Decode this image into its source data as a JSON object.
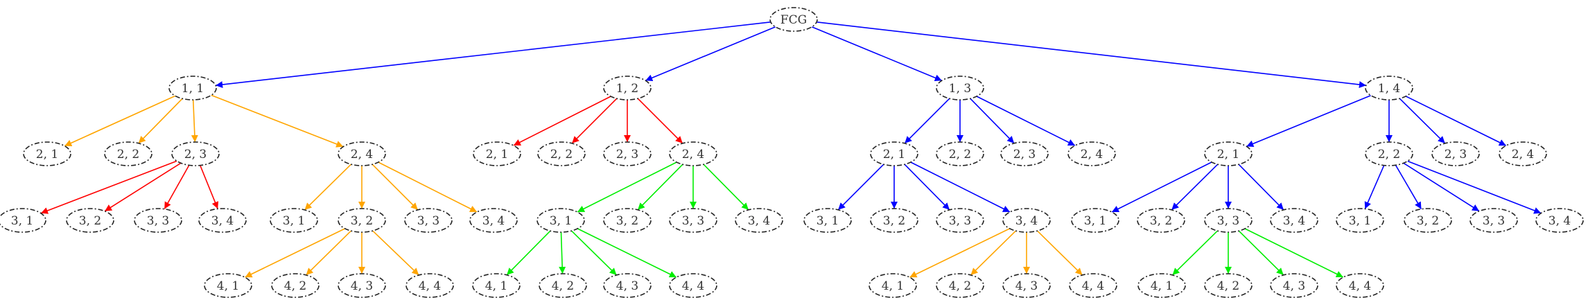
{
  "colors": {
    "blue": "#0000ff",
    "orange": "#ffa500",
    "red": "#ff0000",
    "green": "#00ee00"
  },
  "nodes": {
    "root": "FCG",
    "a": "1, 1",
    "b": "1, 2",
    "c": "1, 3",
    "d": "1, 4",
    "a1": "2, 1",
    "a2": "2, 2",
    "a3": "2, 3",
    "a4": "2, 4",
    "a31": "3, 1",
    "a32": "3, 2",
    "a33": "3, 3",
    "a34": "3, 4",
    "a41": "3, 1",
    "a42": "3, 2",
    "a43": "3, 3",
    "a44": "3, 4",
    "a421": "4, 1",
    "a422": "4, 2",
    "a423": "4, 3",
    "a424": "4, 4",
    "b1": "2, 1",
    "b2": "2, 2",
    "b3": "2, 3",
    "b4": "2, 4",
    "b41": "3, 1",
    "b42": "3, 2",
    "b43": "3, 3",
    "b44": "3, 4",
    "b411": "4, 1",
    "b412": "4, 2",
    "b413": "4, 3",
    "b414": "4, 4",
    "c1": "2, 1",
    "c2": "2, 2",
    "c3": "2, 3",
    "c4": "2, 4",
    "c11": "3, 1",
    "c12": "3, 2",
    "c13": "3, 3",
    "c14": "3, 4",
    "c141": "4, 1",
    "c142": "4, 2",
    "c143": "4, 3",
    "c144": "4, 4",
    "d1": "2, 1",
    "d2": "2, 2",
    "d3": "2, 3",
    "d4": "2, 4",
    "d11": "3, 1",
    "d12": "3, 2",
    "d13": "3, 3",
    "d14": "3, 4",
    "d131": "4, 1",
    "d132": "4, 2",
    "d133": "4, 3",
    "d134": "4, 4",
    "d21": "3, 1",
    "d22": "3, 2",
    "d23": "3, 3",
    "d24": "3, 4"
  },
  "edges": [
    [
      "root",
      "a",
      "blue"
    ],
    [
      "root",
      "b",
      "blue"
    ],
    [
      "root",
      "c",
      "blue"
    ],
    [
      "root",
      "d",
      "blue"
    ],
    [
      "a",
      "a1",
      "orange"
    ],
    [
      "a",
      "a2",
      "orange"
    ],
    [
      "a",
      "a3",
      "orange"
    ],
    [
      "a",
      "a4",
      "orange"
    ],
    [
      "a3",
      "a31",
      "red"
    ],
    [
      "a3",
      "a32",
      "red"
    ],
    [
      "a3",
      "a33",
      "red"
    ],
    [
      "a3",
      "a34",
      "red"
    ],
    [
      "a4",
      "a41",
      "orange"
    ],
    [
      "a4",
      "a42",
      "orange"
    ],
    [
      "a4",
      "a43",
      "orange"
    ],
    [
      "a4",
      "a44",
      "orange"
    ],
    [
      "a42",
      "a421",
      "orange"
    ],
    [
      "a42",
      "a422",
      "orange"
    ],
    [
      "a42",
      "a423",
      "orange"
    ],
    [
      "a42",
      "a424",
      "orange"
    ],
    [
      "b",
      "b1",
      "red"
    ],
    [
      "b",
      "b2",
      "red"
    ],
    [
      "b",
      "b3",
      "red"
    ],
    [
      "b",
      "b4",
      "red"
    ],
    [
      "b4",
      "b41",
      "green"
    ],
    [
      "b4",
      "b42",
      "green"
    ],
    [
      "b4",
      "b43",
      "green"
    ],
    [
      "b4",
      "b44",
      "green"
    ],
    [
      "b41",
      "b411",
      "green"
    ],
    [
      "b41",
      "b412",
      "green"
    ],
    [
      "b41",
      "b413",
      "green"
    ],
    [
      "b41",
      "b414",
      "green"
    ],
    [
      "c",
      "c1",
      "blue"
    ],
    [
      "c",
      "c2",
      "blue"
    ],
    [
      "c",
      "c3",
      "blue"
    ],
    [
      "c",
      "c4",
      "blue"
    ],
    [
      "c1",
      "c11",
      "blue"
    ],
    [
      "c1",
      "c12",
      "blue"
    ],
    [
      "c1",
      "c13",
      "blue"
    ],
    [
      "c1",
      "c14",
      "blue"
    ],
    [
      "c14",
      "c141",
      "orange"
    ],
    [
      "c14",
      "c142",
      "orange"
    ],
    [
      "c14",
      "c143",
      "orange"
    ],
    [
      "c14",
      "c144",
      "orange"
    ],
    [
      "d",
      "d1",
      "blue"
    ],
    [
      "d",
      "d2",
      "blue"
    ],
    [
      "d",
      "d3",
      "blue"
    ],
    [
      "d",
      "d4",
      "blue"
    ],
    [
      "d1",
      "d11",
      "blue"
    ],
    [
      "d1",
      "d12",
      "blue"
    ],
    [
      "d1",
      "d13",
      "blue"
    ],
    [
      "d1",
      "d14",
      "blue"
    ],
    [
      "d13",
      "d131",
      "green"
    ],
    [
      "d13",
      "d132",
      "green"
    ],
    [
      "d13",
      "d133",
      "green"
    ],
    [
      "d13",
      "d134",
      "green"
    ],
    [
      "d2",
      "d21",
      "blue"
    ],
    [
      "d2",
      "d22",
      "blue"
    ],
    [
      "d2",
      "d23",
      "blue"
    ],
    [
      "d2",
      "d24",
      "blue"
    ]
  ]
}
